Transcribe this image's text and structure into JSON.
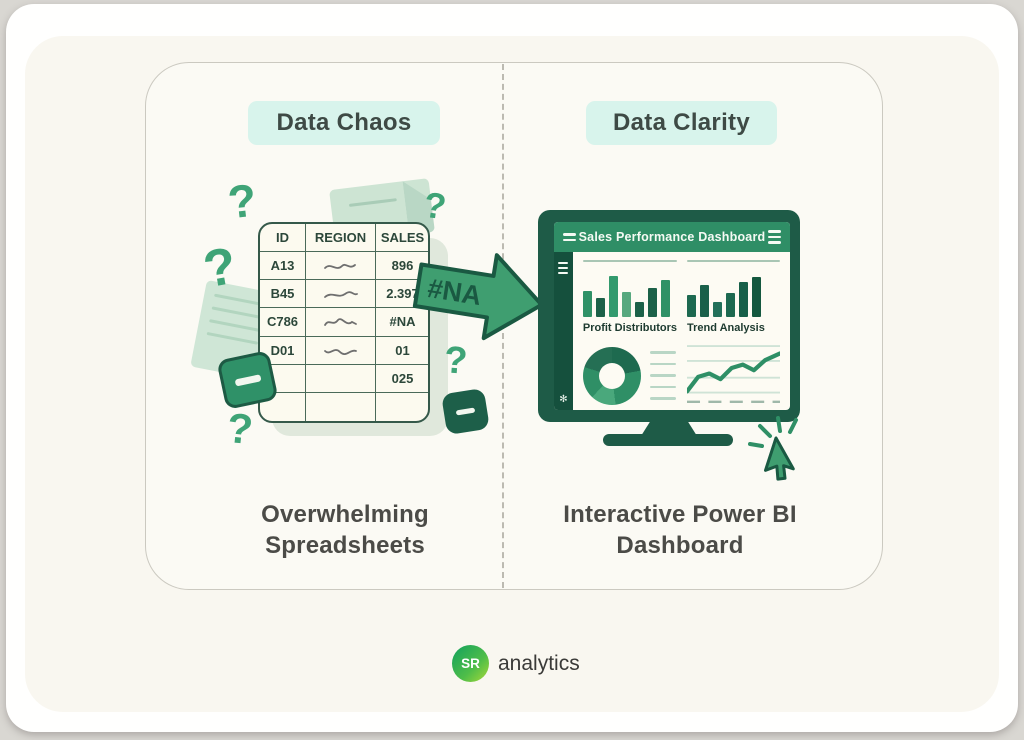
{
  "badges": {
    "left": "Data Chaos",
    "right": "Data Clarity"
  },
  "captions": {
    "left_line1": "Overwhelming",
    "left_line2": "Spreadsheets",
    "right_line1": "Interactive Power BI",
    "right_line2": "Dashboard"
  },
  "spreadsheet": {
    "headers": [
      "ID",
      "REGION",
      "SALES"
    ],
    "rows": [
      [
        "A13",
        "~",
        "896"
      ],
      [
        "B45",
        "~",
        "2.397"
      ],
      [
        "C786",
        "~",
        "#NA"
      ],
      [
        "D01",
        "~",
        "01"
      ],
      [
        "",
        "",
        "025"
      ],
      [
        "",
        "",
        ""
      ]
    ]
  },
  "arrow_label": "#NA",
  "decor": {
    "question_mark": "?",
    "gear_glyph": "✻"
  },
  "dashboard": {
    "title": "Sales Performance Dashboard",
    "chart1_label": "Profit Distributors",
    "chart2_label": "Trend Analysis"
  },
  "logo": {
    "initials": "SR",
    "name": "analytics"
  },
  "colors": {
    "green_dark": "#1a5942",
    "green_mid": "#2f8f66",
    "green_bright": "#3f9e70",
    "mint_badge": "#d8f4ec",
    "cream_bg": "#f9f7f0",
    "text_dark": "#4b4b47"
  },
  "chart_data": [
    {
      "type": "bar",
      "id": "profit-bars",
      "label": "Profit Distributors",
      "values": [
        55,
        40,
        85,
        52,
        32,
        60,
        78
      ],
      "colors": [
        "#2f9166",
        "#1c6148",
        "#339a6d",
        "#57a87e",
        "#1c6148",
        "#1c6148",
        "#2f9166"
      ]
    },
    {
      "type": "bar",
      "id": "trend-bars",
      "label": "Trend Analysis",
      "values": [
        45,
        66,
        32,
        50,
        72,
        84
      ],
      "colors": [
        "#1d6950",
        "#1a604a",
        "#23705a",
        "#1d6950",
        "#175f48",
        "#14583f"
      ]
    },
    {
      "type": "pie",
      "id": "profit-donut",
      "donut": true,
      "legend_lines": 5,
      "segments": [
        {
          "color": "#1e6a4f",
          "pct": 22
        },
        {
          "color": "#2f8f66",
          "pct": 26
        },
        {
          "color": "#4aa87c",
          "pct": 14
        },
        {
          "color": "#2f8f66",
          "pct": 18
        },
        {
          "color": "#256f54",
          "pct": 20
        }
      ]
    },
    {
      "type": "line",
      "id": "trend-line",
      "color": "#2e8f66",
      "x": [
        0,
        12,
        24,
        36,
        48,
        60,
        72,
        84,
        100
      ],
      "y": [
        88,
        62,
        56,
        66,
        46,
        40,
        50,
        32,
        20
      ]
    }
  ]
}
